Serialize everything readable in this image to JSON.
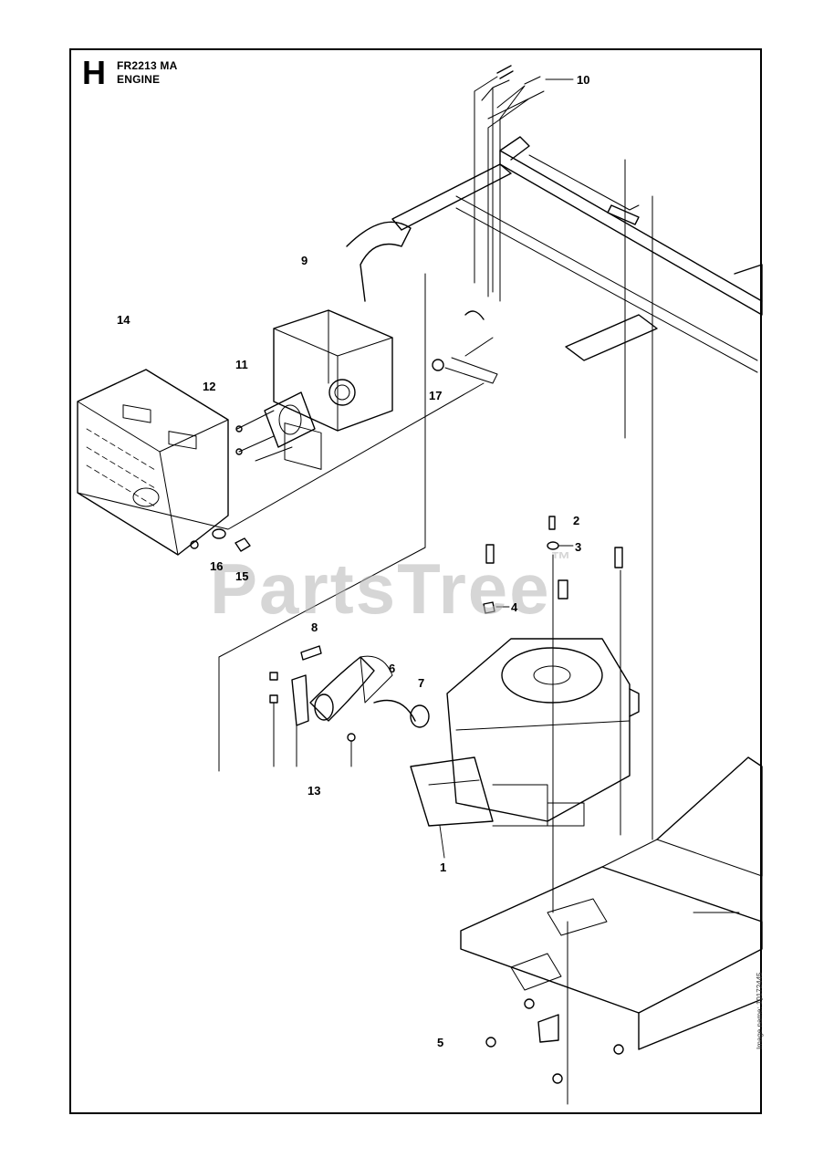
{
  "header": {
    "section_letter": "H",
    "model": "FR2213 MA",
    "section": "ENGINE"
  },
  "watermark": "PartsTree",
  "watermark_mark": "™",
  "image_number": "Image name: 10172445",
  "callouts": [
    {
      "id": "1",
      "label": "1"
    },
    {
      "id": "2",
      "label": "2"
    },
    {
      "id": "3",
      "label": "3"
    },
    {
      "id": "4",
      "label": "4"
    },
    {
      "id": "5",
      "label": "5"
    },
    {
      "id": "6",
      "label": "6"
    },
    {
      "id": "7",
      "label": "7"
    },
    {
      "id": "8",
      "label": "8"
    },
    {
      "id": "9",
      "label": "9"
    },
    {
      "id": "10",
      "label": "10"
    },
    {
      "id": "11",
      "label": "11"
    },
    {
      "id": "12",
      "label": "12"
    },
    {
      "id": "13",
      "label": "13"
    },
    {
      "id": "14",
      "label": "14"
    },
    {
      "id": "15",
      "label": "15"
    },
    {
      "id": "16",
      "label": "16"
    },
    {
      "id": "17",
      "label": "17"
    }
  ]
}
